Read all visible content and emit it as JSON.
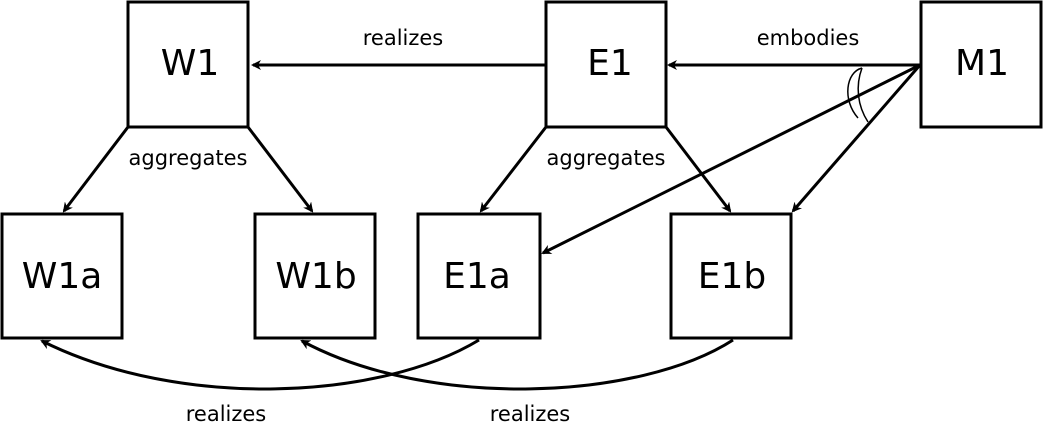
{
  "nodes": {
    "w1": "W1",
    "e1": "E1",
    "m1": "M1",
    "w1a": "W1a",
    "w1b": "W1b",
    "e1a": "E1a",
    "e1b": "E1b"
  },
  "edge_labels": {
    "e1_to_w1": "realizes",
    "m1_to_e1": "embodies",
    "w1_aggregates": "aggregates",
    "e1_aggregates": "aggregates",
    "e1a_to_w1a": "realizes",
    "e1b_to_w1b": "realizes"
  },
  "colors": {
    "stroke": "#000000",
    "background": "#ffffff"
  }
}
